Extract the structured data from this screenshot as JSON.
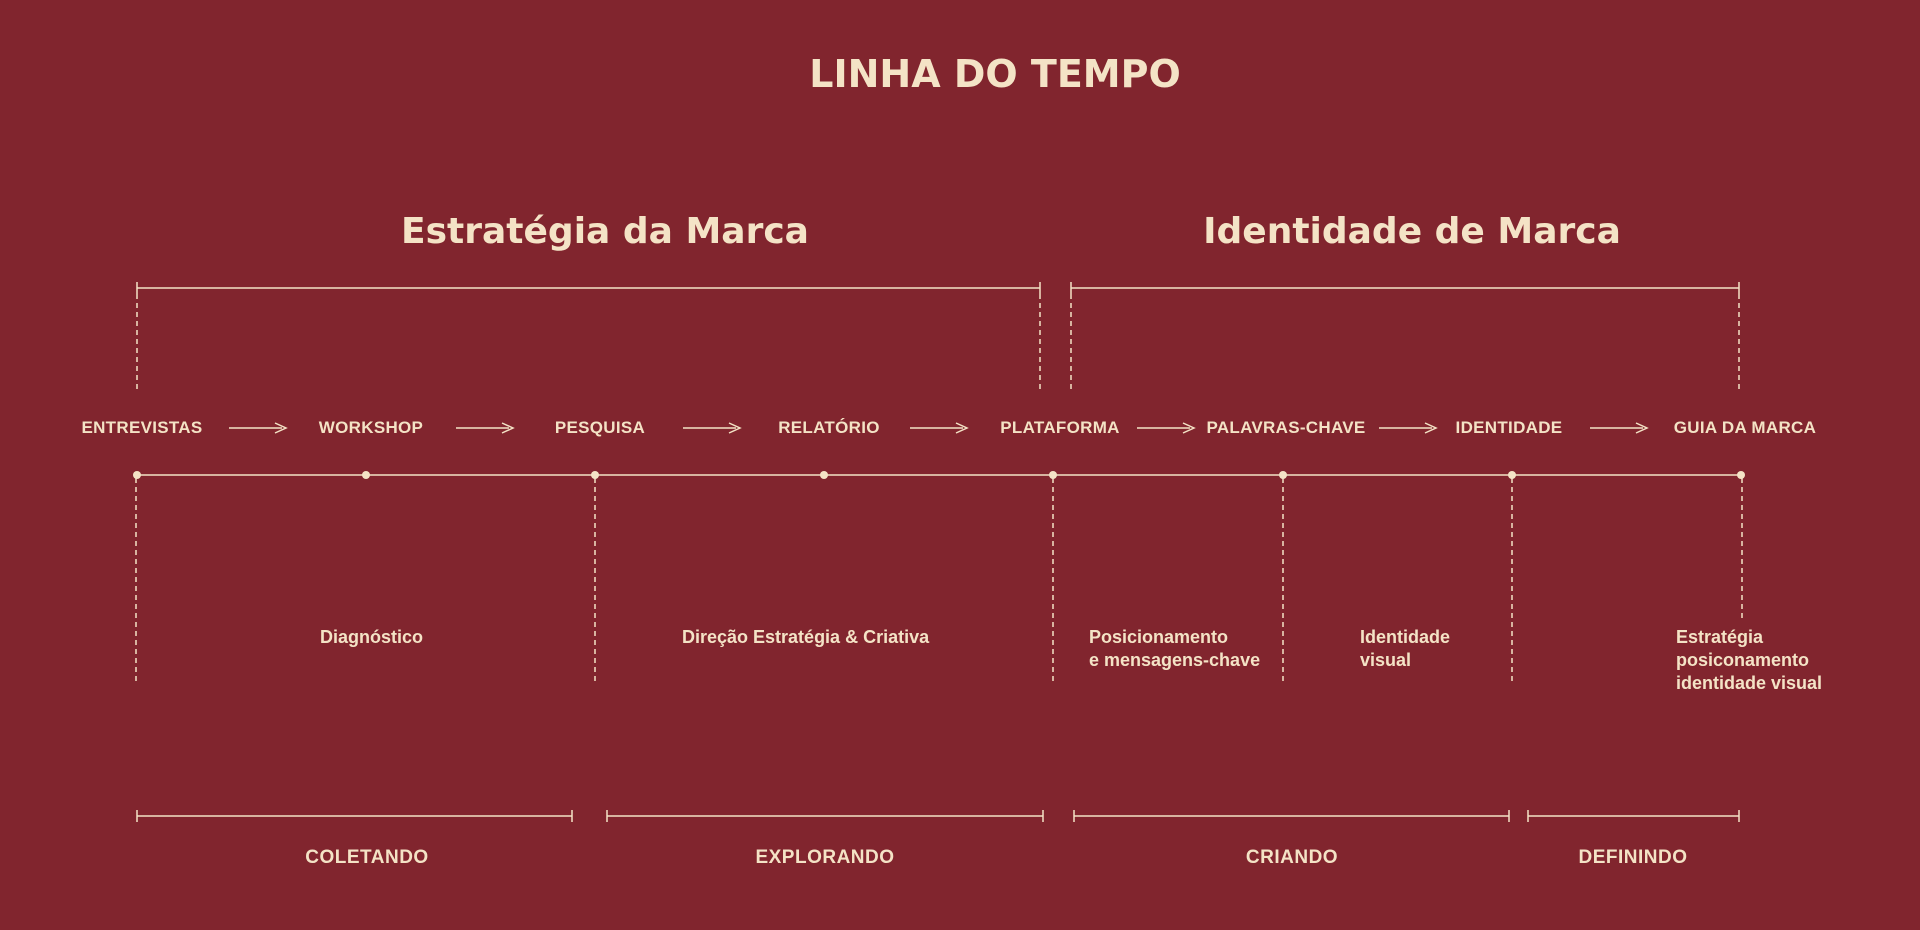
{
  "title": "LINHA DO TEMPO",
  "phases": [
    {
      "label": "Estratégia da Marca"
    },
    {
      "label": "Identidade de Marca"
    }
  ],
  "steps": [
    {
      "label": "ENTREVISTAS"
    },
    {
      "label": "WORKSHOP"
    },
    {
      "label": "PESQUISA"
    },
    {
      "label": "RELATÓRIO"
    },
    {
      "label": "PLATAFORMA"
    },
    {
      "label": "PALAVRAS-CHAVE"
    },
    {
      "label": "IDENTIDADE"
    },
    {
      "label": "GUIA DA MARCA"
    }
  ],
  "descriptions": [
    {
      "line1": "Diagnóstico",
      "line2": "",
      "line3": ""
    },
    {
      "line1": "Direção Estratégia & Criativa",
      "line2": "",
      "line3": ""
    },
    {
      "line1": "Posicionamento",
      "line2": "e mensagens-chave",
      "line3": ""
    },
    {
      "line1": "Identidade",
      "line2": "visual",
      "line3": ""
    },
    {
      "line1": "Estratégia",
      "line2": "posiconamento",
      "line3": "identidade visual"
    }
  ],
  "stages": [
    {
      "label": "COLETANDO"
    },
    {
      "label": "EXPLORANDO"
    },
    {
      "label": "CRIANDO"
    },
    {
      "label": "DEFININDO"
    }
  ],
  "colors": {
    "background": "#81252E",
    "foreground": "#F4E3C6"
  }
}
